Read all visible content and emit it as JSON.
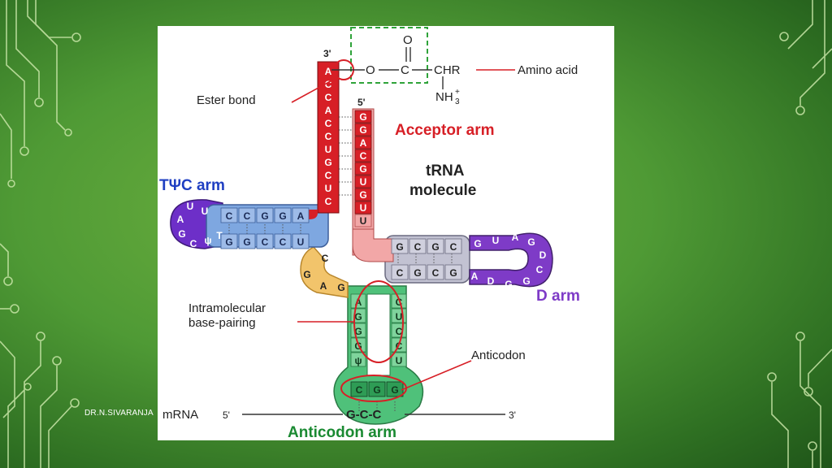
{
  "footer": {
    "author": "DR.N.SIVARANJA"
  },
  "diagram": {
    "title_line1": "tRNA",
    "title_line2": "molecule",
    "acceptor_arm": "Acceptor arm",
    "tpsic_arm": "TΨC arm",
    "d_arm": "D arm",
    "anticodon_arm": "Anticodon arm",
    "ester_bond": "Ester bond",
    "amino_acid": "Amino acid",
    "intramolecular_line1": "Intramolecular",
    "intramolecular_line2": "base-pairing",
    "anticodon": "Anticodon",
    "mrna_label": "mRNA",
    "mrna_5": "5'",
    "mrna_3": "3'",
    "codon": "G-C-C",
    "end_3": "3'",
    "end_5": "5'",
    "chem": {
      "O_top": "O",
      "dbl": "‖",
      "O": "O",
      "C": "C",
      "CHR": "CHR",
      "NH": "NH",
      "sub3": "3",
      "plus": "+"
    },
    "acceptor_3_strand": [
      "A",
      "C",
      "C",
      "A",
      "C",
      "C",
      "U",
      "G",
      "C",
      "U",
      "C"
    ],
    "acceptor_5_strand": [
      "G",
      "G",
      "A",
      "C",
      "G",
      "U",
      "G",
      "U"
    ],
    "tpsic_top": [
      "C",
      "C",
      "G",
      "G",
      "A"
    ],
    "tpsic_bottom": [
      "G",
      "G",
      "C",
      "C",
      "U"
    ],
    "tpsic_loop": [
      "U",
      "U",
      "A",
      "G",
      "C",
      "ψ",
      "T"
    ],
    "d_top": [
      "G",
      "C",
      "G",
      "C"
    ],
    "d_bottom": [
      "C",
      "G",
      "C",
      "G"
    ],
    "d_loop": [
      "G",
      "U",
      "A",
      "G",
      "D",
      "C",
      "G",
      "G",
      "D",
      "A"
    ],
    "variable_loop": [
      "C",
      "G",
      "A",
      "G"
    ],
    "anticodon_left": [
      "A",
      "G",
      "G",
      "G",
      "ψ"
    ],
    "anticodon_right": [
      "C",
      "U",
      "C",
      "C",
      "U"
    ],
    "anticodon_bases": [
      "C",
      "G",
      "G"
    ],
    "acceptor_end_U": "U",
    "colors": {
      "acceptor": "#d71f26",
      "acceptor_pale": "#f2a7a7",
      "tpsic": "#7ea7e0",
      "tpsic_loop": "#6d2fc8",
      "d_stem": "#b7b7c8",
      "d_loop": "#7e3bc7",
      "variable": "#f2c46b",
      "anticodon": "#4fc17a",
      "label_red": "#d71f26",
      "label_blue": "#1f3fc2",
      "label_purple": "#7e3bc7",
      "label_green": "#1a8a32"
    }
  }
}
